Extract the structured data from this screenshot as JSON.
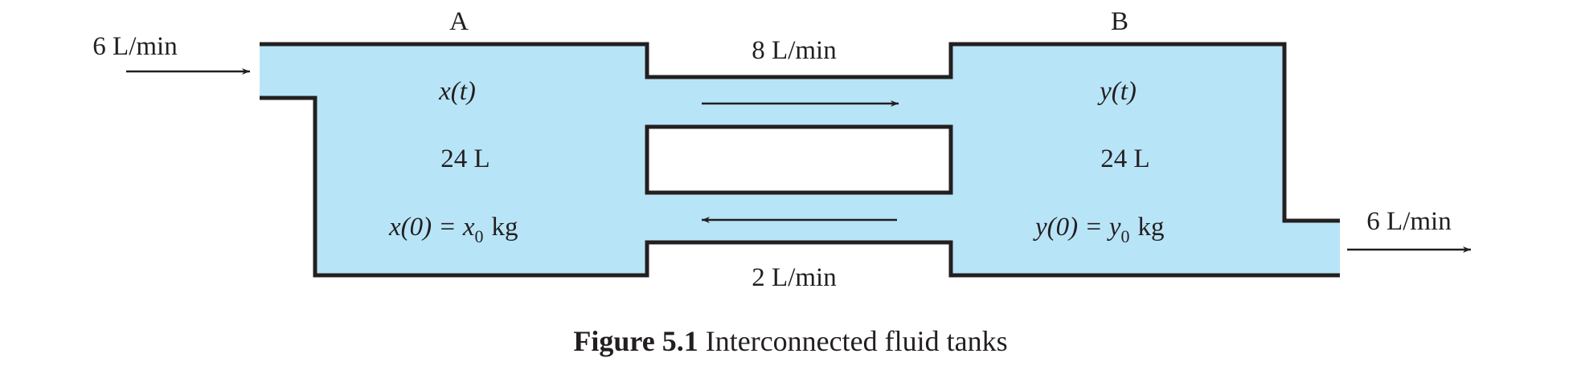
{
  "tank_a": {
    "name": "A",
    "variable": "x(t)",
    "volume": "24 L",
    "initial": "x(0) = x",
    "initial_sub": "0",
    "initial_unit": "kg"
  },
  "tank_b": {
    "name": "B",
    "variable": "y(t)",
    "volume": "24 L",
    "initial": "y(0) = y",
    "initial_sub": "0",
    "initial_unit": "kg"
  },
  "flows": {
    "inflow": "6 L/min",
    "a_to_b": "8 L/min",
    "b_to_a": "2 L/min",
    "outflow": "6 L/min"
  },
  "caption": {
    "label": "Figure 5.1",
    "text": "Interconnected fluid tanks"
  },
  "colors": {
    "fluid": "#b8e4f7",
    "outline": "#231f20"
  }
}
